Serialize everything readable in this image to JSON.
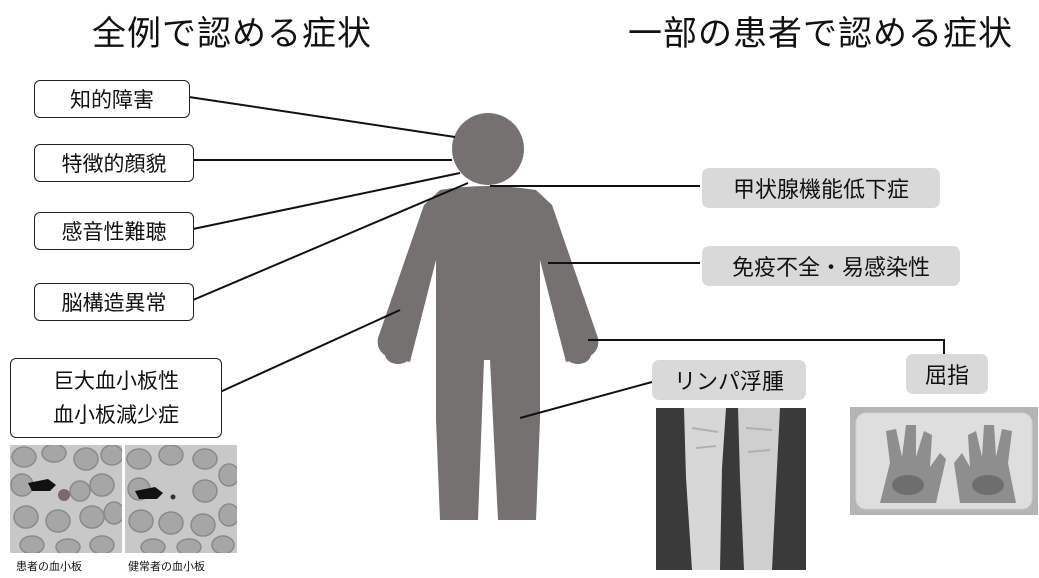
{
  "headings": {
    "left": "全例で認める症状",
    "right": "一部の患者で認める症状"
  },
  "left_symptoms": [
    {
      "label": "知的障害"
    },
    {
      "label": "特徴的顔貌"
    },
    {
      "label": "感音性難聴"
    },
    {
      "label": "脳構造異常"
    }
  ],
  "platelet_box": {
    "line1": "巨大血小板性",
    "line2": "血小板減少症"
  },
  "right_symptoms": [
    {
      "label": "甲状腺機能低下症"
    },
    {
      "label": "免疫不全・易感染性"
    },
    {
      "label": "リンパ浮腫"
    },
    {
      "label": "屈指"
    }
  ],
  "captions": {
    "patient": "患者の血小板",
    "healthy": "健常者の血小板"
  },
  "colors": {
    "figure": "#767171",
    "label_fill": "#d9d9d9",
    "line": "#111111"
  }
}
